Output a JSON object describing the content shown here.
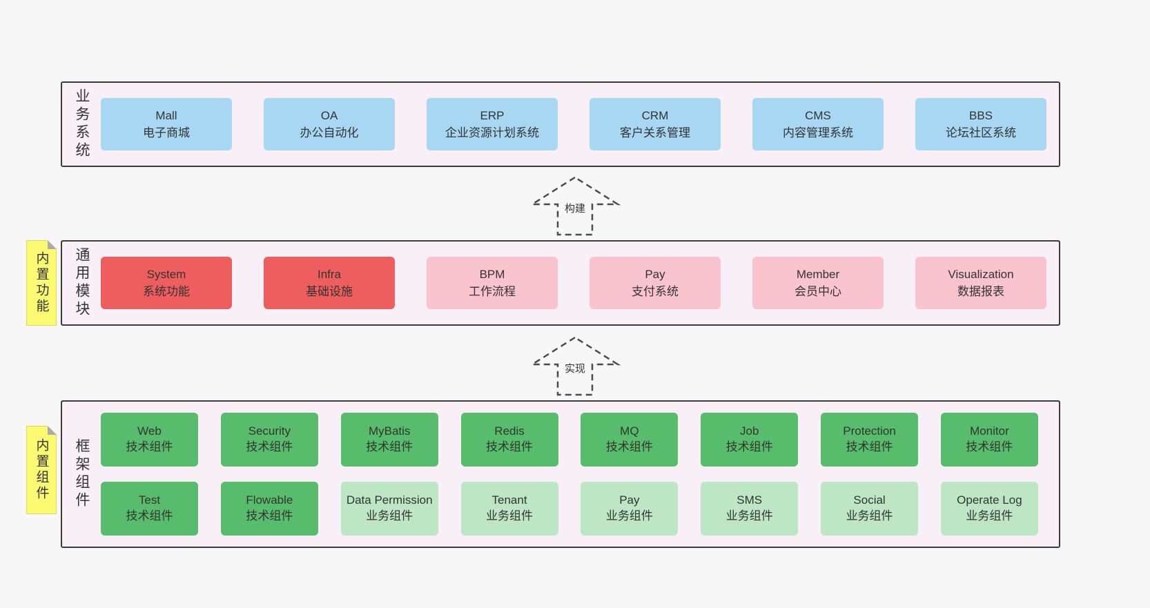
{
  "layers": [
    {
      "label": "业务系统",
      "boxes": [
        {
          "title": "Mall",
          "subtitle": "电子商城"
        },
        {
          "title": "OA",
          "subtitle": "办公自动化"
        },
        {
          "title": "ERP",
          "subtitle": "企业资源计划系统"
        },
        {
          "title": "CRM",
          "subtitle": "客户关系管理"
        },
        {
          "title": "CMS",
          "subtitle": "内容管理系统"
        },
        {
          "title": "BBS",
          "subtitle": "论坛社区系统"
        }
      ]
    },
    {
      "label": "通用模块",
      "boxes": [
        {
          "title": "System",
          "subtitle": "系统功能"
        },
        {
          "title": "Infra",
          "subtitle": "基础设施"
        },
        {
          "title": "BPM",
          "subtitle": "工作流程"
        },
        {
          "title": "Pay",
          "subtitle": "支付系统"
        },
        {
          "title": "Member",
          "subtitle": "会员中心"
        },
        {
          "title": "Visualization",
          "subtitle": "数据报表"
        }
      ]
    },
    {
      "label": "框架组件",
      "rows": [
        [
          {
            "title": "Web",
            "subtitle": "技术组件"
          },
          {
            "title": "Security",
            "subtitle": "技术组件"
          },
          {
            "title": "MyBatis",
            "subtitle": "技术组件"
          },
          {
            "title": "Redis",
            "subtitle": "技术组件"
          },
          {
            "title": "MQ",
            "subtitle": "技术组件"
          },
          {
            "title": "Job",
            "subtitle": "技术组件"
          },
          {
            "title": "Protection",
            "subtitle": "技术组件"
          },
          {
            "title": "Monitor",
            "subtitle": "技术组件"
          }
        ],
        [
          {
            "title": "Test",
            "subtitle": "技术组件"
          },
          {
            "title": "Flowable",
            "subtitle": "技术组件"
          },
          {
            "title": "Data Permission",
            "subtitle": "业务组件"
          },
          {
            "title": "Tenant",
            "subtitle": "业务组件"
          },
          {
            "title": "Pay",
            "subtitle": "业务组件"
          },
          {
            "title": "SMS",
            "subtitle": "业务组件"
          },
          {
            "title": "Social",
            "subtitle": "业务组件"
          },
          {
            "title": "Operate Log",
            "subtitle": "业务组件"
          }
        ]
      ]
    }
  ],
  "notes": [
    {
      "label": "内置功能"
    },
    {
      "label": "内置组件"
    }
  ],
  "arrows": [
    {
      "label": "构建"
    },
    {
      "label": "实现"
    }
  ],
  "colors": {
    "business_box": "#a7d7f3",
    "core_module_box": "#ef5e5e",
    "optional_module_box": "#f9c4ce",
    "tech_component_box": "#57bd6c",
    "biz_component_box": "#bde6c5",
    "layer_background": "#f8eff7",
    "note_background": "#fcfa70",
    "page_background": "#f7f7f7"
  }
}
